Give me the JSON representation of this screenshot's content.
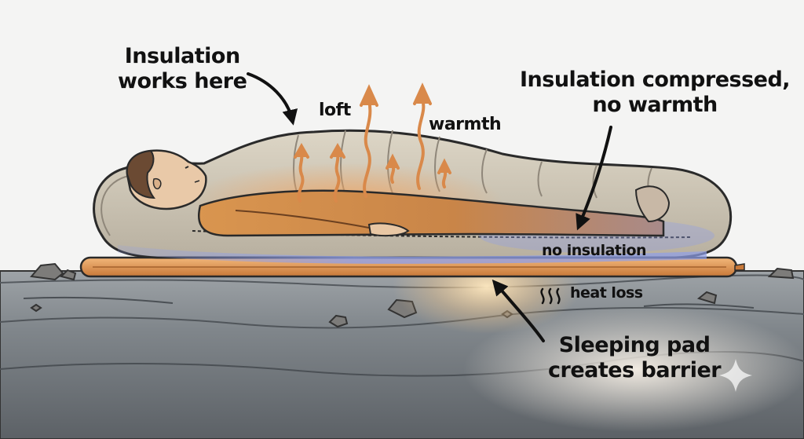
{
  "labels": {
    "insulation_works": [
      "Insulation",
      "works here"
    ],
    "loft": "loft",
    "warmth": "warmth",
    "compressed": [
      "Insulation compressed,",
      "no warmth"
    ],
    "no_insulation": "no insulation",
    "heat_loss": "heat loss",
    "pad_barrier": [
      "Sleeping pad",
      "creates barrier"
    ]
  },
  "colors": {
    "heat_arrow": "#d9894a",
    "cold_zone": "#8f9fe8",
    "pad": "#d98a4a",
    "ground": "#6e7378",
    "sleeping_bag": "#cfc6b4"
  },
  "icons": {
    "heat_loss": "wavy-lines-icon",
    "corner_mark": "sparkle-icon"
  }
}
